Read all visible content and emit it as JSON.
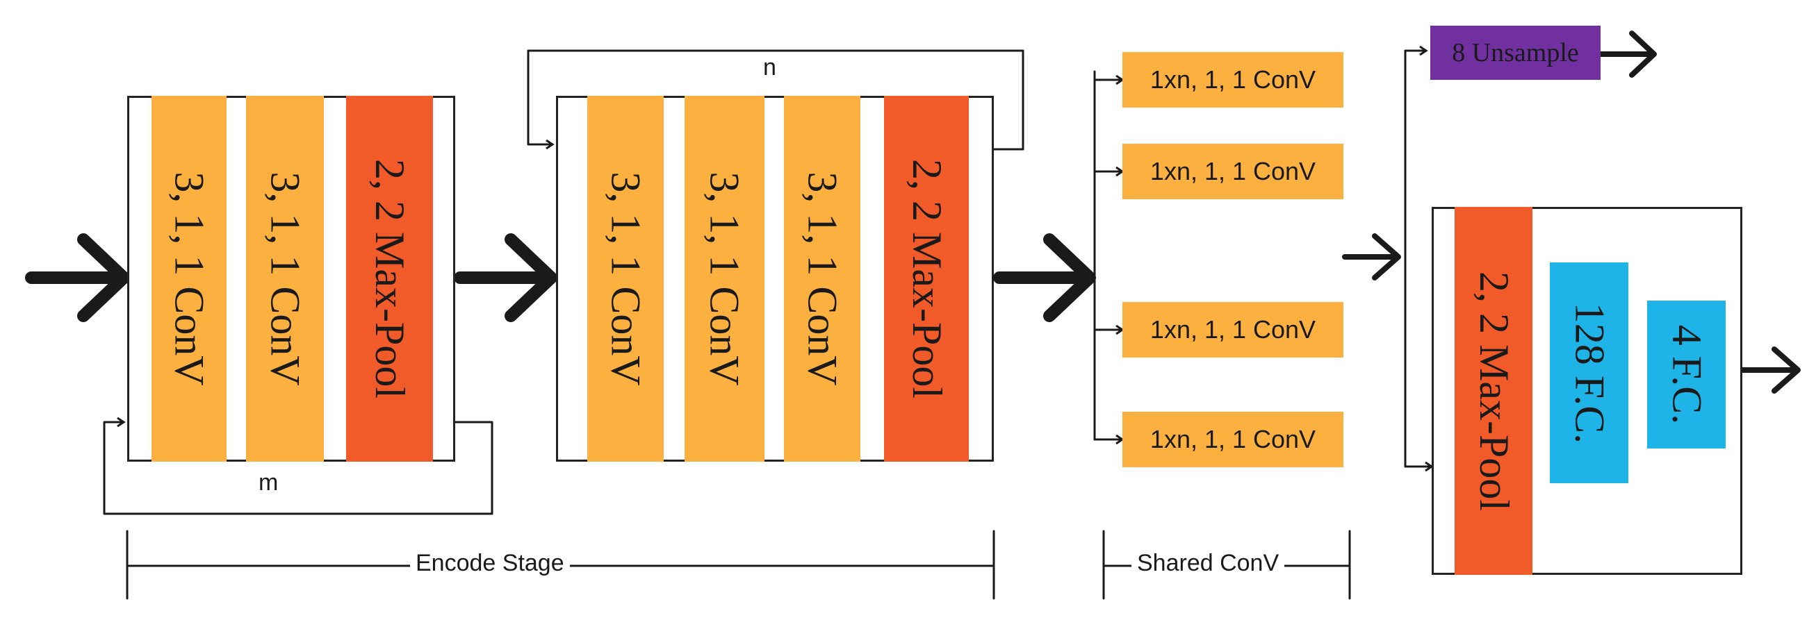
{
  "colors": {
    "conv": "#FBB040",
    "pool": "#F15A29",
    "upsample": "#7030A0",
    "fc": "#1FB4E8",
    "line": "#1a1a1a"
  },
  "encode_block_1": {
    "layers": [
      "3, 1, 1 ConV",
      "3, 1, 1 ConV",
      "2, 2 Max-Pool"
    ],
    "loop_label": "m"
  },
  "encode_block_2": {
    "layers": [
      "3, 1, 1 ConV",
      "3, 1, 1 ConV",
      "3, 1, 1 ConV",
      "2, 2 Max-Pool"
    ],
    "loop_label": "n"
  },
  "shared_conv": {
    "layers": [
      "1xn, 1, 1 ConV",
      "1xn, 1, 1 ConV",
      "1xn, 1, 1 ConV",
      "1xn, 1, 1 ConV"
    ]
  },
  "head": {
    "upsample": "8 Unsample",
    "pool": "2, 2 Max-Pool",
    "fc1": "128 F.C.",
    "fc2": "4 F.C."
  },
  "stages": {
    "encode": "Encode Stage",
    "shared": "Shared ConV"
  }
}
